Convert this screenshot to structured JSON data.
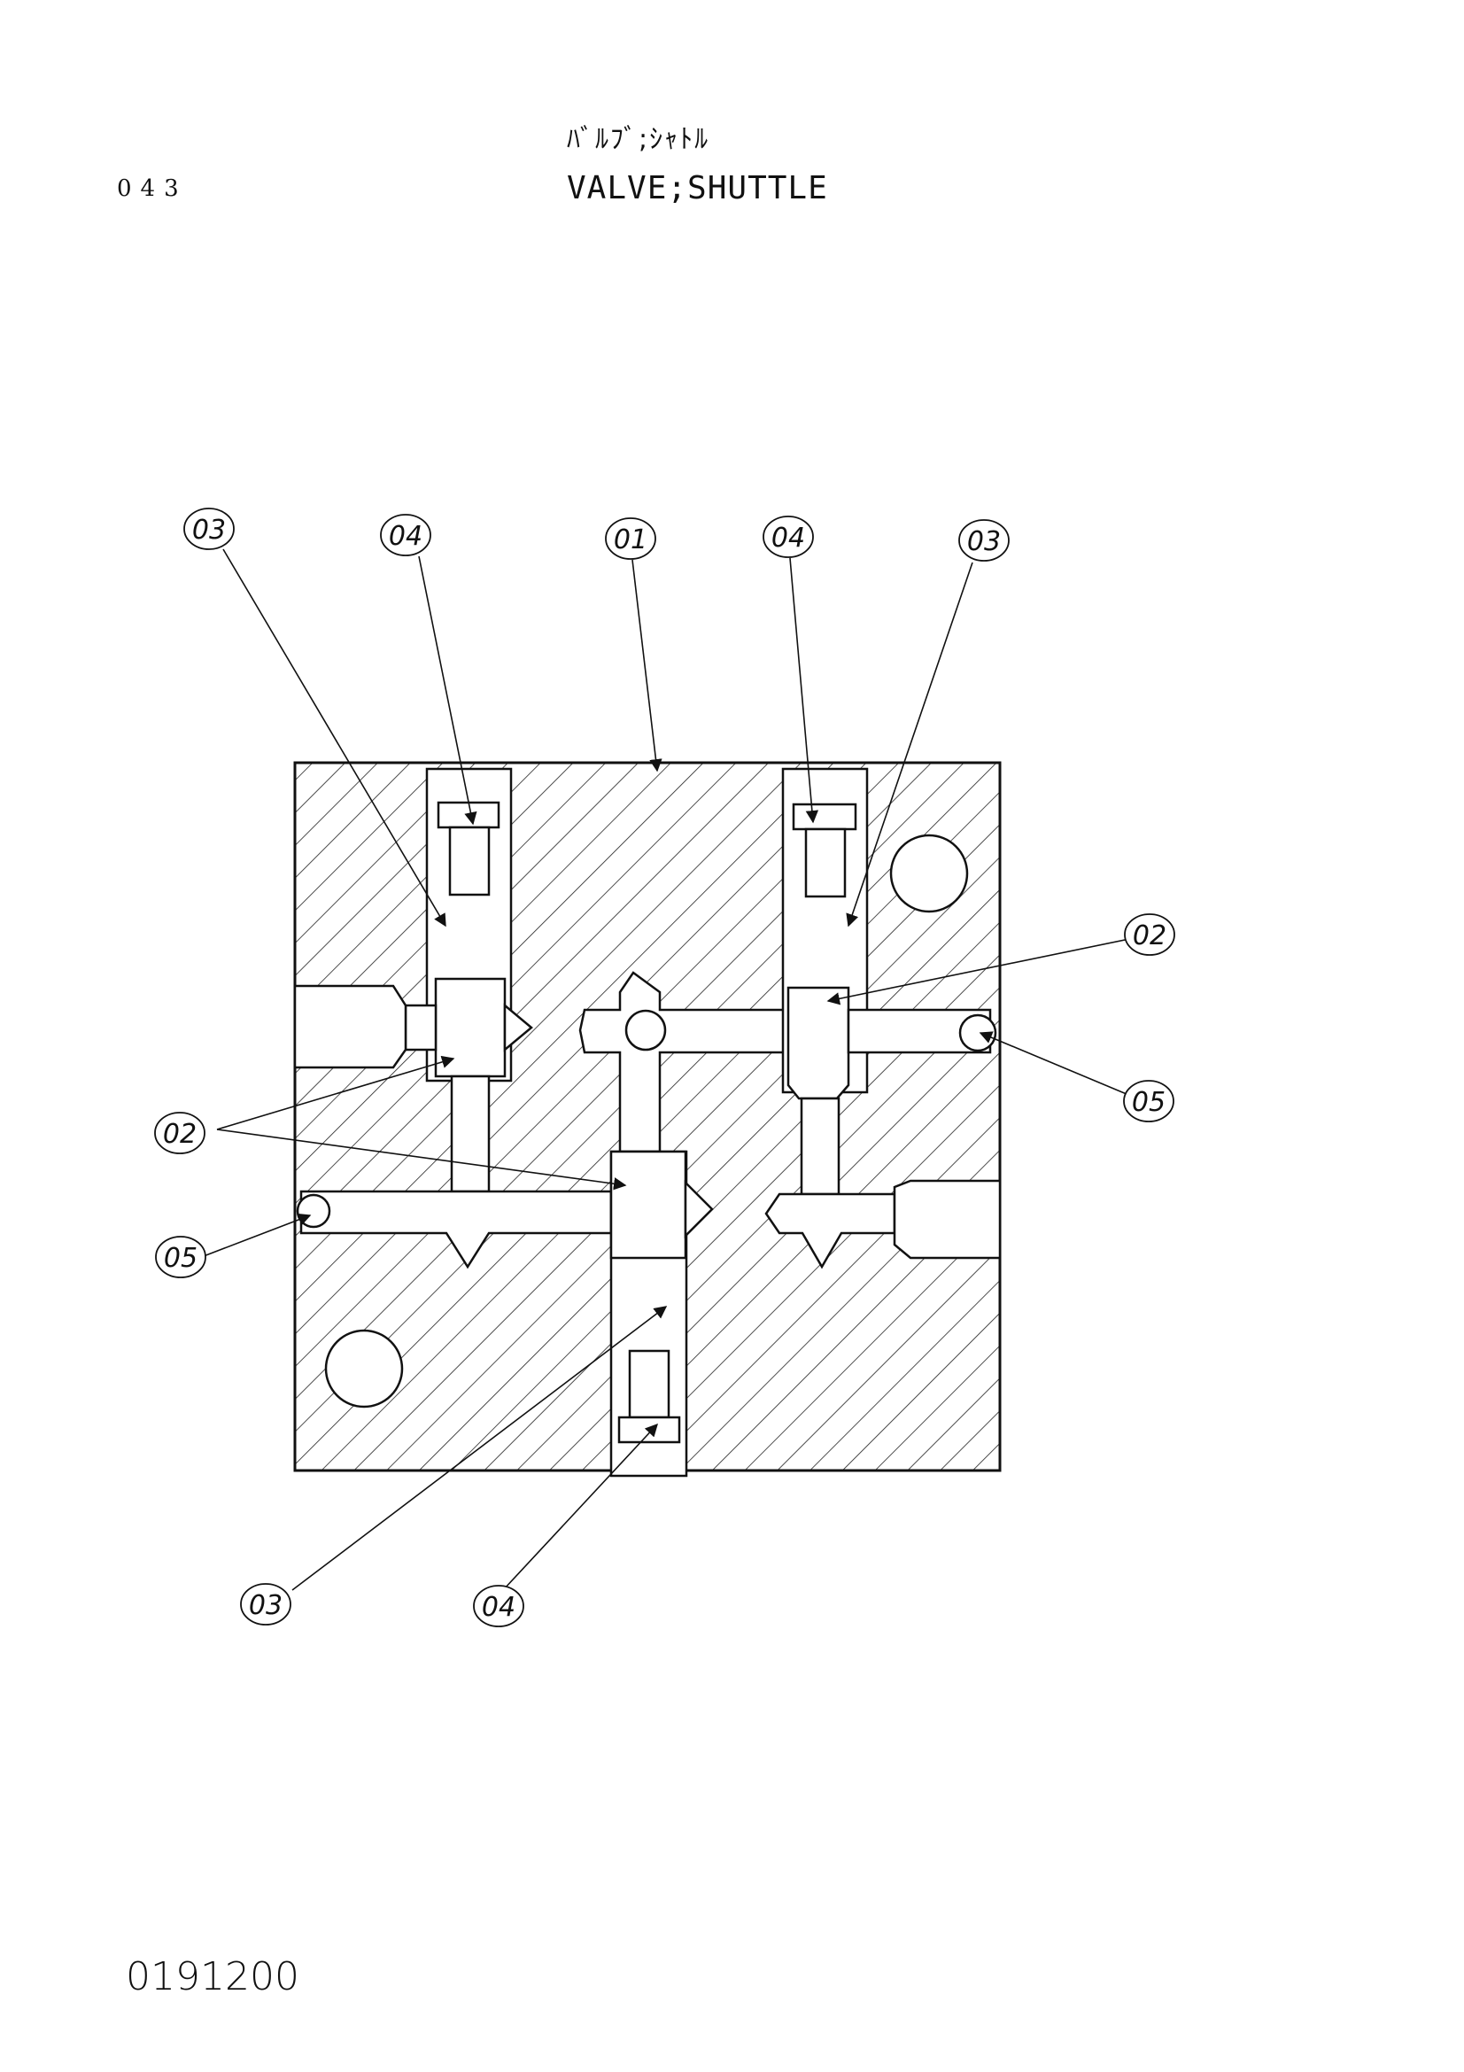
{
  "header": {
    "page_number": "043",
    "title_jp": "ﾊﾞﾙﾌﾞ;ｼｬﾄﾙ",
    "title_en": "VALVE;SHUTTLE"
  },
  "footer": {
    "drawing_code": "0191200"
  },
  "callouts": [
    {
      "id": "c03a",
      "label": "03"
    },
    {
      "id": "c04a",
      "label": "04"
    },
    {
      "id": "c01",
      "label": "01"
    },
    {
      "id": "c04b",
      "label": "04"
    },
    {
      "id": "c03b",
      "label": "03"
    },
    {
      "id": "c02a",
      "label": "02"
    },
    {
      "id": "c05a",
      "label": "05"
    },
    {
      "id": "c02b",
      "label": "02"
    },
    {
      "id": "c05b",
      "label": "05"
    },
    {
      "id": "c03c",
      "label": "03"
    },
    {
      "id": "c04c",
      "label": "04"
    }
  ]
}
